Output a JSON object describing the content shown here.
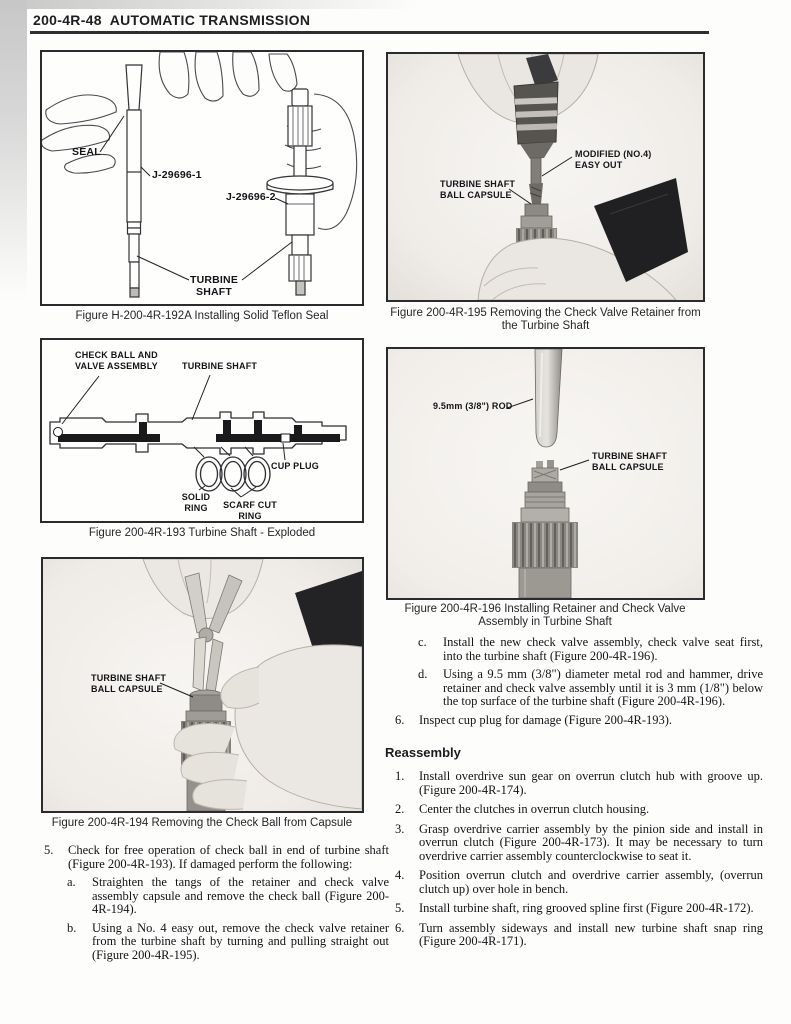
{
  "header": {
    "title": "200-4R-48  AUTOMATIC TRANSMISSION"
  },
  "figures": {
    "f192a": {
      "caption": "Figure H-200-4R-192A Installing Solid Teflon Seal",
      "labels": {
        "seal": "SEAL",
        "j1": "J-29696-1",
        "j2": "J-29696-2",
        "turbine_shaft": "TURBINE\nSHAFT"
      }
    },
    "f195": {
      "caption": "Figure 200-4R-195 Removing the Check Valve Retainer from the Turbine Shaft",
      "labels": {
        "easy_out": "MODIFIED (NO.4)\nEASY OUT",
        "ball_capsule": "TURBINE SHAFT\nBALL CAPSULE"
      }
    },
    "f193": {
      "caption": "Figure 200-4R-193 Turbine Shaft - Exploded",
      "labels": {
        "check_ball": "CHECK BALL AND\nVALVE ASSEMBLY",
        "turbine_shaft": "TURBINE SHAFT",
        "cup_plug": "CUP PLUG",
        "solid_ring": "SOLID\nRING",
        "scarf_cut_ring": "SCARF CUT\nRING"
      }
    },
    "f196": {
      "caption": "Figure 200-4R-196 Installing Retainer and Check Valve Assembly in Turbine Shaft",
      "labels": {
        "rod": "9.5mm (3/8\") ROD",
        "ball_capsule": "TURBINE SHAFT\nBALL CAPSULE"
      }
    },
    "f194": {
      "caption": "Figure 200-4R-194 Removing the Check Ball from Capsule",
      "labels": {
        "ball_capsule": "TURBINE SHAFT\nBALL CAPSULE"
      }
    }
  },
  "left_text": {
    "step5": {
      "num": "5.",
      "text": "Check for free operation of check ball in end of turbine shaft (Figure 200-4R-193). If damaged perform the following:",
      "sub": [
        {
          "num": "a.",
          "text": "Straighten the tangs of the retainer and check valve assembly capsule and remove the check ball (Figure 200-4R-194)."
        },
        {
          "num": "b.",
          "text": "Using a No. 4 easy out, remove the check valve retainer from the turbine shaft by turning and pulling straight out (Figure 200-4R-195)."
        }
      ]
    }
  },
  "right_text": {
    "sub_cd": [
      {
        "num": "c.",
        "text": "Install the new check valve assembly, check valve seat first, into the turbine shaft (Figure 200-4R-196)."
      },
      {
        "num": "d.",
        "text": "Using a 9.5 mm (3/8\") diameter metal rod and hammer, drive retainer and check valve assembly until it is 3 mm (1/8\") below the top surface of the turbine shaft (Figure 200-4R-196)."
      }
    ],
    "step6": {
      "num": "6.",
      "text": "Inspect cup plug for damage (Figure 200-4R-193)."
    },
    "reassembly_heading": "Reassembly",
    "steps": [
      {
        "num": "1.",
        "text": "Install overdrive sun gear on overrun clutch hub with groove up. (Figure 200-4R-174)."
      },
      {
        "num": "2.",
        "text": "Center the clutches in overrun clutch housing."
      },
      {
        "num": "3.",
        "text": "Grasp overdrive carrier assembly by the pinion side and install in overrun clutch (Figure 200-4R-173). It may be necessary to turn overdrive carrier assembly counterclockwise to seat it."
      },
      {
        "num": "4.",
        "text": "Position overrun clutch and overdrive carrier assembly, (overrun clutch up) over hole in bench."
      },
      {
        "num": "5.",
        "text": "Install turbine shaft, ring grooved spline first (Figure 200-4R-172)."
      },
      {
        "num": "6.",
        "text": "Turn assembly sideways and install new turbine shaft snap ring (Figure 200-4R-171)."
      }
    ]
  },
  "colors": {
    "ink": "#17171b",
    "paper": "#fdfdfb",
    "photo_cloth": "#202022"
  }
}
